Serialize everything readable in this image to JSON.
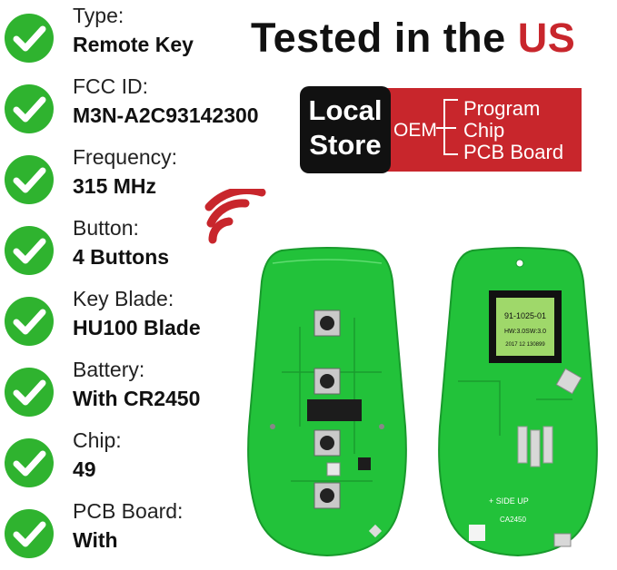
{
  "specs": [
    {
      "label": "Type:",
      "value": "Remote Key"
    },
    {
      "label": "FCC ID:",
      "value": "M3N-A2C93142300"
    },
    {
      "label": "Frequency:",
      "value": "315 MHz"
    },
    {
      "label": "Button:",
      "value": "4 Buttons"
    },
    {
      "label": "Key Blade:",
      "value": "HU100 Blade"
    },
    {
      "label": "Battery:",
      "value": "With CR2450"
    },
    {
      "label": "Chip:",
      "value": "49"
    },
    {
      "label": "PCB Board:",
      "value": "With"
    }
  ],
  "headline": {
    "prefix": "Tested in the ",
    "highlight": "US"
  },
  "badge": {
    "line1": "Local",
    "line2": "Store",
    "oem": "OEM",
    "features": [
      "Program",
      "Chip",
      "PCB Board"
    ]
  },
  "board": {
    "chip_line1": "91-1025-01",
    "chip_line2": "HW:3.0SW:3.0",
    "chip_line3": "2017 12 130899",
    "side_up": "+ SIDE UP",
    "battery_mark": "CA2450"
  },
  "colors": {
    "check": "#2fb32f",
    "pcb": "#22c23a",
    "accent": "#c8262c"
  }
}
